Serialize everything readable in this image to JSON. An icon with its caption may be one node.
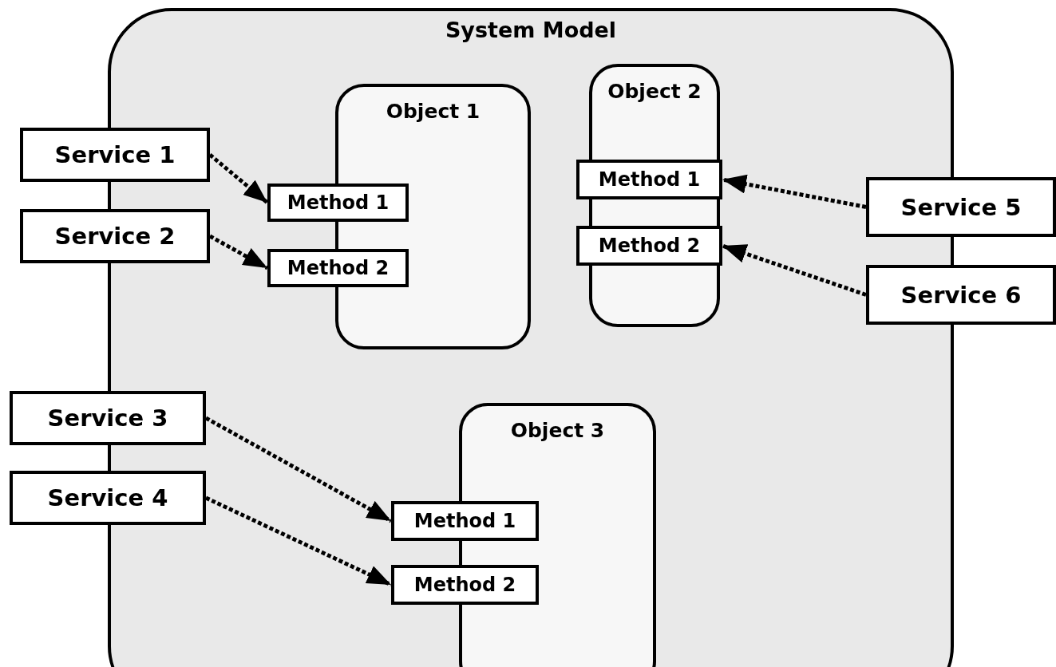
{
  "diagram": {
    "nodes": [
      {
        "text": [
          "System Model"
        ]
      },
      {
        "text": [
          "Service 1"
        ]
      },
      {
        "text": [
          "Service 2"
        ]
      },
      {
        "text": [
          "Object 1"
        ],
        "in": 0
      },
      {
        "text": [
          "Method 1"
        ],
        "in": 0
      },
      {
        "text": [
          "Method 2"
        ],
        "in": 0
      },
      {
        "text": [
          "Object 2"
        ],
        "in": 0
      },
      {
        "text": [
          "Method 1"
        ],
        "in": 0
      },
      {
        "text": [
          "Method 2"
        ],
        "in": 0
      },
      {
        "text": [
          "Service 5"
        ]
      },
      {
        "text": [
          "Service 6"
        ]
      },
      {
        "text": [
          "Service 3"
        ]
      },
      {
        "text": [
          "Service 4"
        ]
      },
      {
        "text": [
          "Object 3"
        ],
        "in": 0
      },
      {
        "text": [
          "Method 1"
        ],
        "in": 0
      },
      {
        "text": [
          "Method 2"
        ],
        "in": 0
      }
    ],
    "edges": [
      {
        "from": 1,
        "to": 4,
        "arrow": "to",
        "style": "dashed"
      },
      {
        "from": 2,
        "to": 5,
        "arrow": "to",
        "style": "dashed"
      },
      {
        "from": 9,
        "to": 7,
        "arrow": "to",
        "style": "dashed"
      },
      {
        "from": 10,
        "to": 8,
        "arrow": "to",
        "style": "dashed"
      },
      {
        "from": 11,
        "to": 14,
        "arrow": "to",
        "style": "dashed"
      },
      {
        "from": 12,
        "to": 15,
        "arrow": "to",
        "style": "dashed"
      }
    ]
  }
}
